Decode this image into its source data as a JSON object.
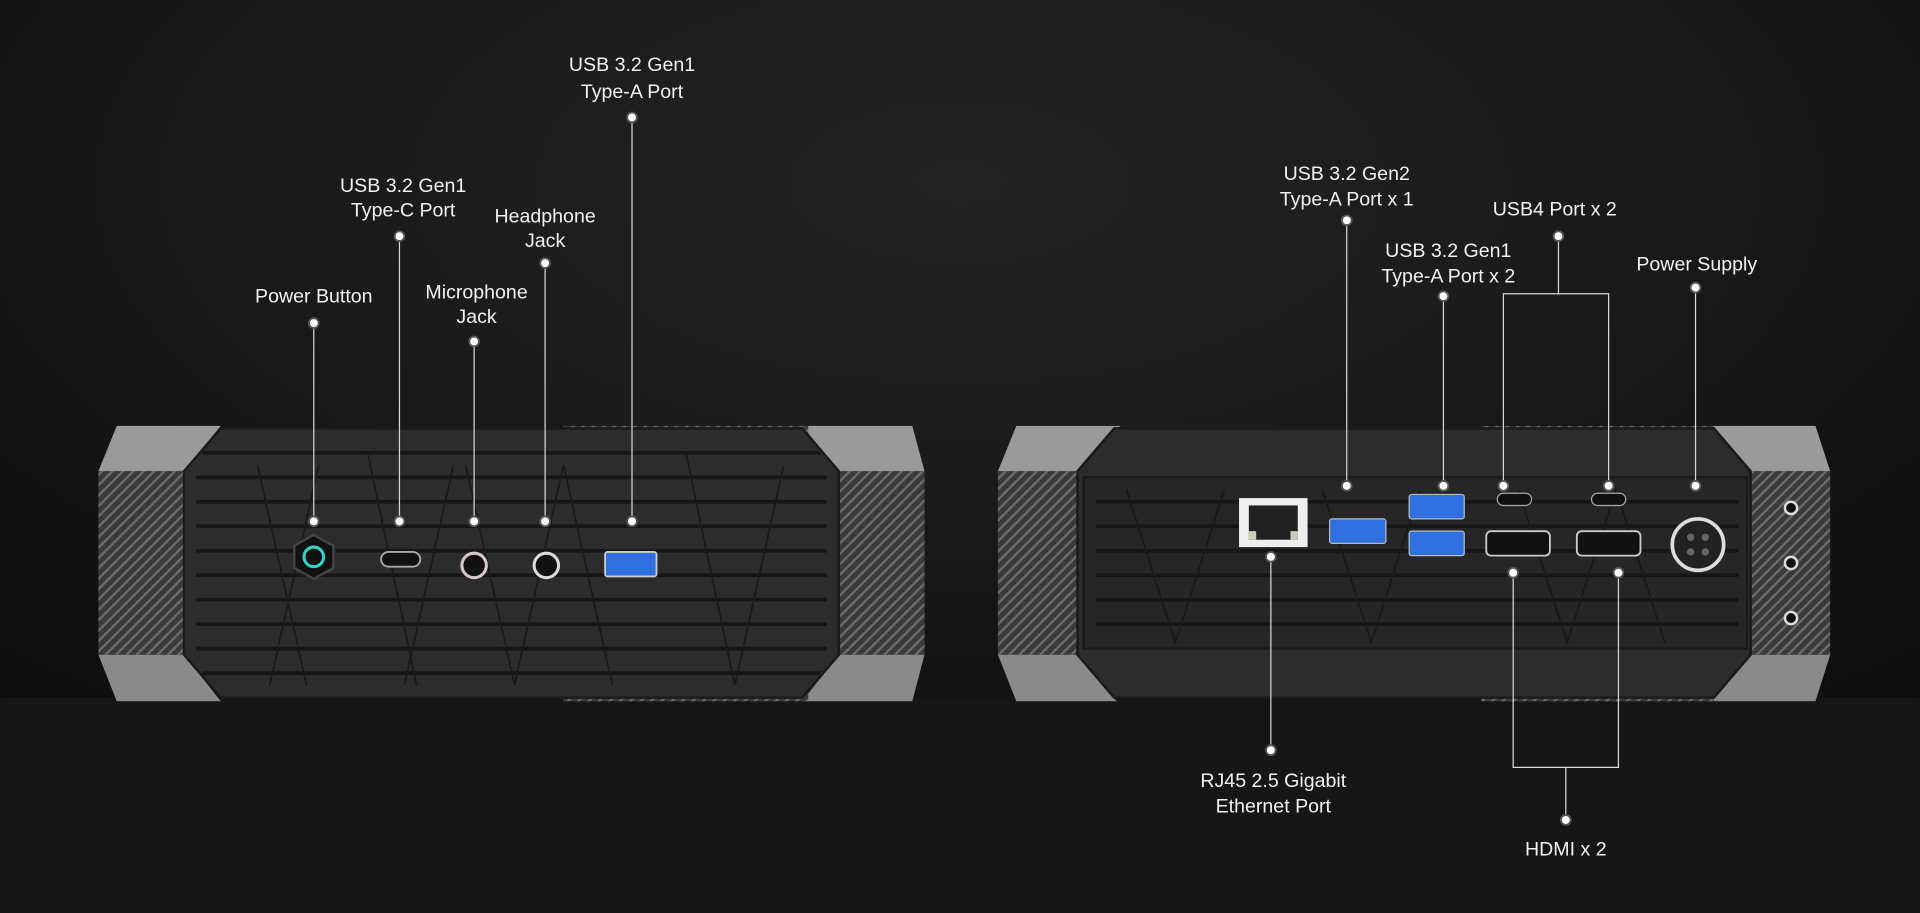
{
  "front_labels": {
    "power_button": "Power Button",
    "usb_c": [
      "USB 3.2 Gen1",
      "Type-C Port"
    ],
    "microphone": [
      "Microphone",
      "Jack"
    ],
    "headphone": [
      "Headphone",
      "Jack"
    ],
    "usb_a": [
      "USB 3.2 Gen1",
      "Type-A Port"
    ]
  },
  "rear_labels": {
    "usb_gen2": [
      "USB 3.2 Gen2",
      "Type-A Port x 1"
    ],
    "usb_gen1": [
      "USB 3.2 Gen1",
      "Type-A Port x 2"
    ],
    "usb4": "USB4 Port x 2",
    "power_supply": "Power Supply",
    "rj45": [
      "RJ45 2.5 Gigabit",
      "Ethernet Port"
    ],
    "hdmi": "HDMI x 2"
  },
  "colors": {
    "accent_cyan": "#2fd6c8",
    "usb_blue": "#2f6fe0",
    "background": "#111111"
  }
}
